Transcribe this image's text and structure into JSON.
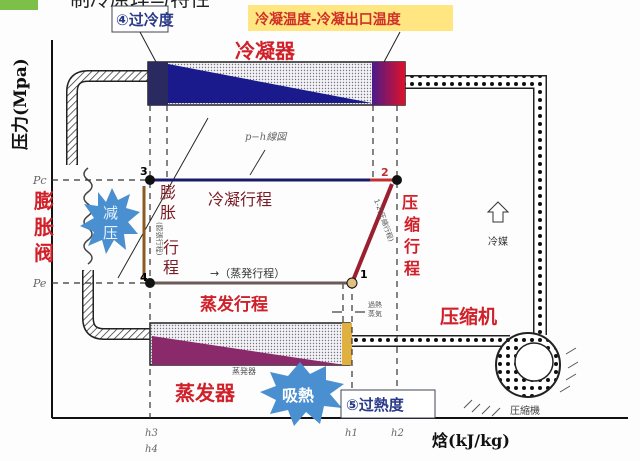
{
  "header": {
    "title": "制冷原理与特性"
  },
  "callouts": {
    "subcooling": "④过冷度",
    "condense_temp_diff": "冷凝温度-冷凝出口温度",
    "superheat": "⑤过熱度"
  },
  "components": {
    "condenser": "冷凝器",
    "evaporator": "蒸发器",
    "evaporator_small": "蒸発器",
    "compressor": "压缩机",
    "compressor_small": "圧縮機",
    "expansion_valve": [
      "膨",
      "胀",
      "阀"
    ],
    "refrigerant": "冷媒"
  },
  "bursts": {
    "pressure_drop": [
      "减",
      "压"
    ],
    "heat_absorb": "吸熱"
  },
  "processes": {
    "ph_diagram": "p−h線図",
    "condensing": "冷凝行程",
    "expansion": [
      "膨",
      "胀",
      "行",
      "程"
    ],
    "expansion_jp": "(膨張行程)",
    "evaporating_jp": "→（蒸発行程）",
    "evaporating": "蒸发行程",
    "compression": [
      "压",
      "缩",
      "行",
      "程"
    ],
    "compression_jp": "1-2(圧縮行程)",
    "superheat_vapor": [
      "過熱",
      "蒸気"
    ]
  },
  "axes": {
    "y_label": "压力(Mpa)",
    "x_label": "焓(kJ/kg)",
    "pc": "Pc",
    "pe": "Pe",
    "h3": "h3",
    "h4": "h4",
    "h1": "h1",
    "h2": "h2"
  },
  "points": {
    "p1": "1",
    "p2": "2",
    "p3": "3",
    "p4": "4"
  },
  "colors": {
    "accent_red": "#d0202a",
    "condenser_blue": "#1a1a8c",
    "evaporator_purple": "#8a2a6a",
    "burst_blue": "#4a8fd0"
  }
}
